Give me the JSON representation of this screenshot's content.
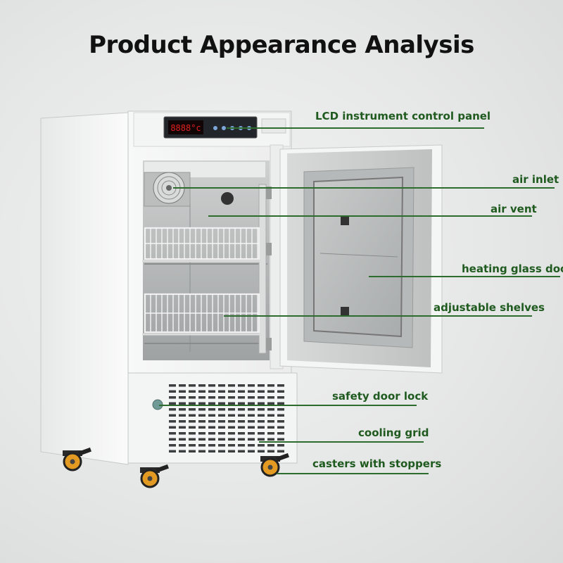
{
  "title": "Product Appearance Analysis",
  "display_readout": "8888°c",
  "callouts": [
    {
      "id": "lcd",
      "label": "LCD instrument control panel"
    },
    {
      "id": "air-inlet",
      "label": "air inlet"
    },
    {
      "id": "air-vent",
      "label": "air vent"
    },
    {
      "id": "heating-door",
      "label": "heating glass door"
    },
    {
      "id": "shelves",
      "label": "adjustable shelves"
    },
    {
      "id": "door-lock",
      "label": "safety door lock"
    },
    {
      "id": "cooling-grid",
      "label": "cooling grid"
    },
    {
      "id": "casters",
      "label": "casters with stoppers"
    }
  ],
  "colors": {
    "callout": "#2e6b2e",
    "cabinet": "#f4f5f5",
    "caster": "#e39a22"
  }
}
